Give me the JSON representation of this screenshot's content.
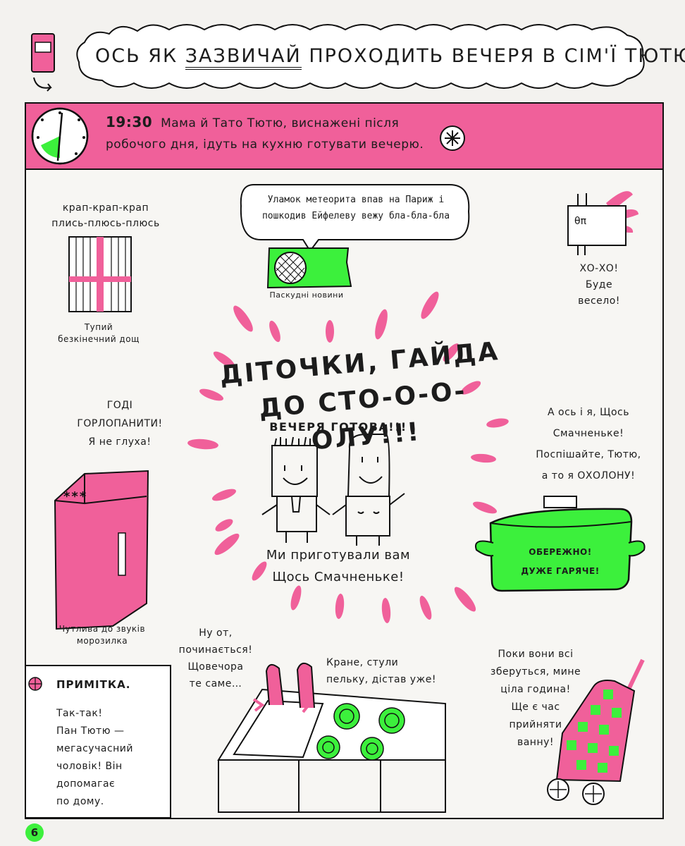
{
  "title": {
    "before": "ОСЬ ЯК ",
    "underlined": "ЗАЗВИЧАЙ",
    "after": " ПРОХОДИТЬ ВЕЧЕРЯ В СІМ'Ї ТЮТЮ"
  },
  "header": {
    "time": "19:30",
    "text": "Мама й Тато Тютю, виснажені після робочого дня, ідуть на кухню готувати вечерю."
  },
  "rain": {
    "sound_line1": "крап-крап-крап",
    "sound_line2": "плись-плюсь-плюсь",
    "caption_line1": "Тупий",
    "caption_line2": "безкінечний дощ"
  },
  "tv": {
    "bubble": "Уламок метеорита впав на Париж і пошкодив Ейфелеву вежу бла-бла-бла",
    "caption": "Паскудні новини"
  },
  "robot": {
    "line1": "ХО-ХО!",
    "line2": "Буде",
    "line3": "весело!"
  },
  "callout": {
    "line1": "ДІТОЧКИ, ГАЙДА",
    "line2": "ДО СТО-О-О-ОЛУ!!!",
    "sub": "ВЕЧЕРЯ ГОТОВА!!!",
    "cooked_line1": "Ми приготували вам",
    "cooked_line2": "Щось Смачненьке!"
  },
  "freezer": {
    "speech_line1": "ГОДІ",
    "speech_line2": "ГОРЛОПАНИТИ!",
    "speech_line3": "Я не глуха!",
    "stars": "***",
    "caption_line1": "Чутлива до звуків",
    "caption_line2": "морозилка"
  },
  "pot": {
    "speech_line1": "А ось і я, Щось",
    "speech_line2": "Смачненьке!",
    "speech_line3": "Поспішайте, Тютю,",
    "speech_line4": "а то я ОХОЛОНУ!",
    "label_line1": "ОБЕРЕЖНО!",
    "label_line2": "ДУЖЕ ГАРЯЧЕ!"
  },
  "kitchen": {
    "left_line1": "Ну от,",
    "left_line2": "починається!",
    "left_line3": "Щовечора",
    "left_line4": "те саме…",
    "right_line1": "Кране, стули",
    "right_line2": "пельку, дістав уже!"
  },
  "cart": {
    "line1": "Поки вони всі",
    "line2": "зберуться, мине",
    "line3": "ціла година!",
    "line4": "Ще є час",
    "line5": "прийняти",
    "line6": "ванну!"
  },
  "note": {
    "title": "ПРИМІТКА.",
    "line1": "Так-так!",
    "line2": "Пан Тютю —",
    "line3": "мегасучасний",
    "line4": "чоловік! Він",
    "line5": "допомагає",
    "line6": "по дому."
  },
  "page_number": "6",
  "colors": {
    "pink": "#f0609a",
    "green": "#3cf03c",
    "ink": "#1c1c1c",
    "paper": "#f3f2ef"
  }
}
